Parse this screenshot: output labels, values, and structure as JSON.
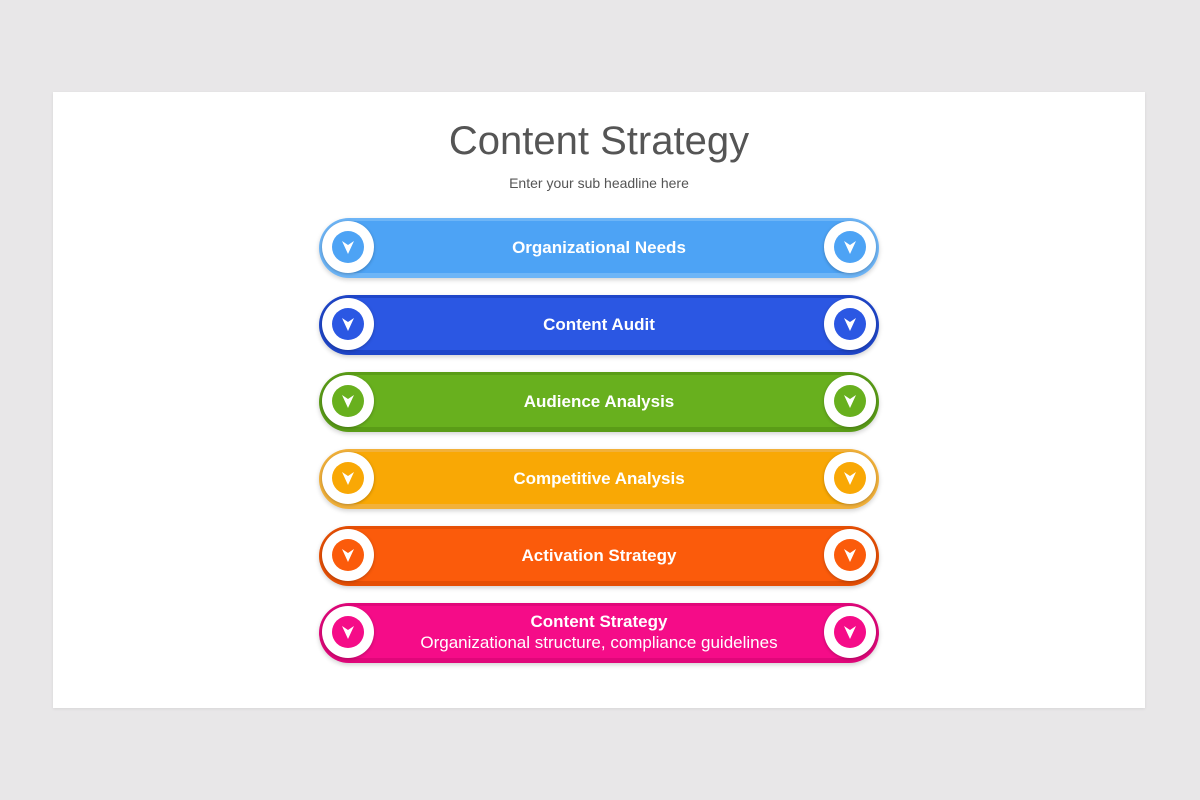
{
  "slide": {
    "title": "Content Strategy",
    "subtitle": "Enter your sub headline here"
  },
  "steps": [
    {
      "label": "Organizational Needs",
      "detail": "",
      "color": "#4da3f5",
      "border": "#6db5f7",
      "icon": "arrow-down-icon"
    },
    {
      "label": "Content Audit",
      "detail": "",
      "color": "#2b57e3",
      "border": "#1f46c9",
      "icon": "arrow-down-icon"
    },
    {
      "label": "Audience Analysis",
      "detail": "",
      "color": "#68b01e",
      "border": "#5a9c17",
      "icon": "arrow-down-icon"
    },
    {
      "label": "Competitive Analysis",
      "detail": "",
      "color": "#f9a805",
      "border": "#f2b13a",
      "icon": "arrow-down-icon"
    },
    {
      "label": "Activation Strategy",
      "detail": "",
      "color": "#fb5b0b",
      "border": "#e64f05",
      "icon": "arrow-down-icon"
    },
    {
      "label": "Content Strategy",
      "detail": "Organizational structure, compliance guidelines",
      "color": "#f50c88",
      "border": "#e0077a",
      "icon": "arrow-down-icon"
    }
  ]
}
